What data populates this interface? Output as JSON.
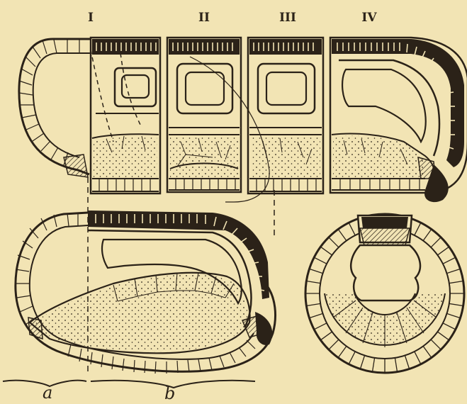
{
  "figure": {
    "background": "#f2e4b4",
    "ink": "#2b2218",
    "section_labels": [
      "I",
      "II",
      "III",
      "IV"
    ],
    "bracket_labels": {
      "left": "a",
      "right": "b"
    }
  }
}
